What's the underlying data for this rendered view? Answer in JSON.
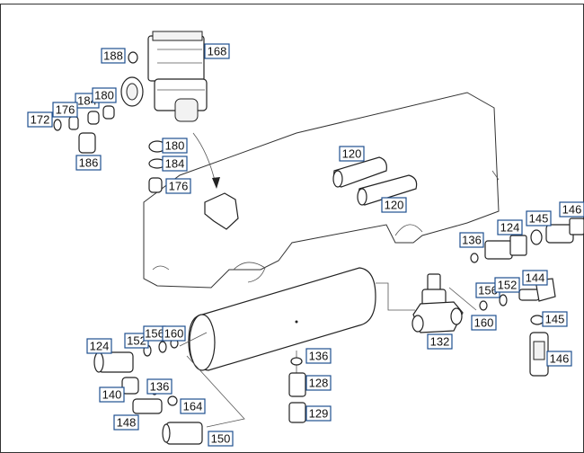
{
  "diagram": {
    "labels": [
      {
        "id": "188",
        "text": "188"
      },
      {
        "id": "168",
        "text": "168"
      },
      {
        "id": "184a",
        "text": "184"
      },
      {
        "id": "180a",
        "text": "180"
      },
      {
        "id": "176a",
        "text": "176"
      },
      {
        "id": "172",
        "text": "172"
      },
      {
        "id": "186",
        "text": "186"
      },
      {
        "id": "180b",
        "text": "180"
      },
      {
        "id": "184b",
        "text": "184"
      },
      {
        "id": "176b",
        "text": "176"
      },
      {
        "id": "120a",
        "text": "120"
      },
      {
        "id": "120b",
        "text": "120"
      },
      {
        "id": "136a",
        "text": "136"
      },
      {
        "id": "124a",
        "text": "124"
      },
      {
        "id": "145a",
        "text": "145"
      },
      {
        "id": "146a",
        "text": "146"
      },
      {
        "id": "156a",
        "text": "156"
      },
      {
        "id": "152a",
        "text": "152"
      },
      {
        "id": "144",
        "text": "144"
      },
      {
        "id": "160a",
        "text": "160"
      },
      {
        "id": "145b",
        "text": "145"
      },
      {
        "id": "132",
        "text": "132"
      },
      {
        "id": "146b",
        "text": "146"
      },
      {
        "id": "124b",
        "text": "124"
      },
      {
        "id": "152b",
        "text": "152"
      },
      {
        "id": "156b",
        "text": "156"
      },
      {
        "id": "160b",
        "text": "160"
      },
      {
        "id": "136b",
        "text": "136"
      },
      {
        "id": "128",
        "text": "128"
      },
      {
        "id": "129",
        "text": "129"
      },
      {
        "id": "140",
        "text": "140"
      },
      {
        "id": "136c",
        "text": "136"
      },
      {
        "id": "148",
        "text": "148"
      },
      {
        "id": "164",
        "text": "164"
      },
      {
        "id": "150",
        "text": "150"
      }
    ]
  }
}
